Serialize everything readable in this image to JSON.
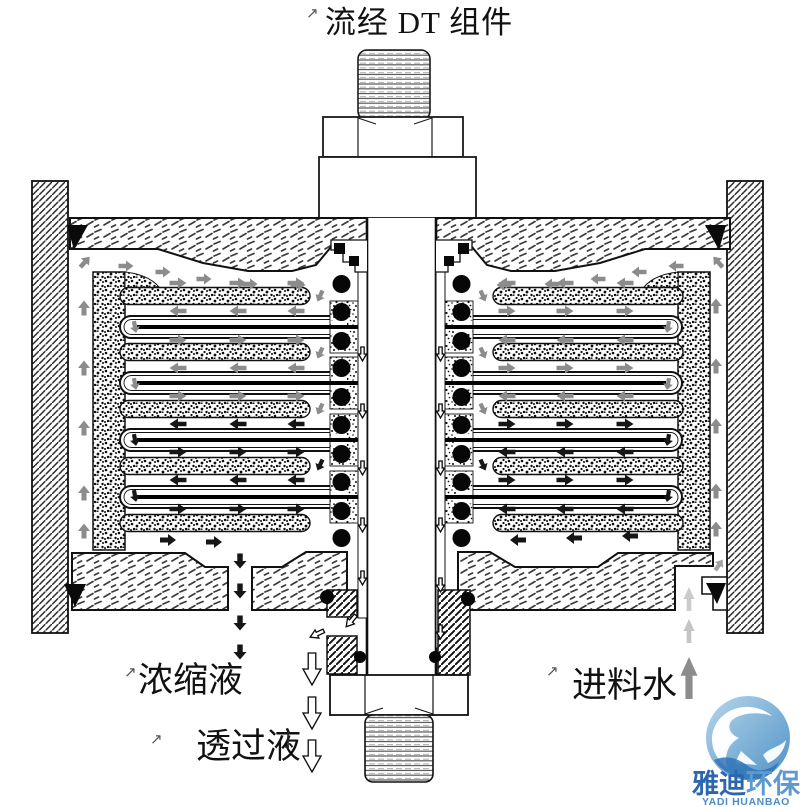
{
  "title": {
    "text": "流经 DT 组件"
  },
  "flow_labels": {
    "concentrate": "浓缩液",
    "permeate": "透过液",
    "feed": "进料水"
  },
  "logo": {
    "name_primary": "雅迪",
    "name_secondary": "环保",
    "subtitle": "YADI HUANBAO"
  },
  "decoration": {
    "cursor_mark": "↗"
  },
  "colors": {
    "flow_gray": "#8c8c8c",
    "flow_gray_light": "#a8a8a8",
    "flow_black": "#161616",
    "line": "#141414",
    "logo_blue_dark": "#2c66ae",
    "logo_blue_light": "#5e9ad0",
    "logo_sub_blue": "#4c8cc8",
    "logo_circle_light": "#a9cfe5",
    "logo_circle_deep": "#5795c8",
    "background": "#ffffff"
  }
}
